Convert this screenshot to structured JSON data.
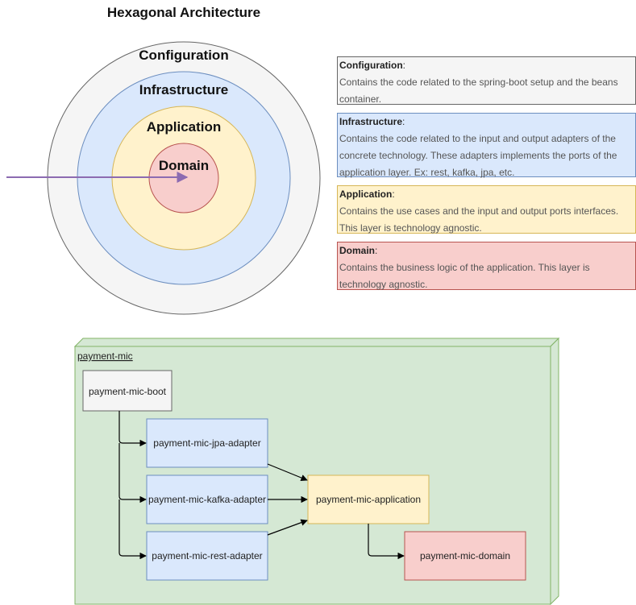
{
  "title": "Hexagonal Architecture",
  "rings": [
    {
      "label": "Configuration",
      "fill": "#f5f5f5",
      "stroke": "#666666"
    },
    {
      "label": "Infrastructure",
      "fill": "#dae8fc",
      "stroke": "#6c8ebf"
    },
    {
      "label": "Application",
      "fill": "#fff2cc",
      "stroke": "#d6b656"
    },
    {
      "label": "Domain",
      "fill": "#f8cecc",
      "stroke": "#b85450"
    }
  ],
  "legend": [
    {
      "name": "Configuration",
      "text": "Contains the code related to the spring-boot setup and the beans container.",
      "fill": "#f5f5f5",
      "stroke": "#666666"
    },
    {
      "name": "Infrastructure",
      "text": "Contains the code related to the input and output adapters of the concrete technology. These adapters implements the ports of the application layer. Ex: rest, kafka, jpa, etc.",
      "fill": "#dae8fc",
      "stroke": "#6c8ebf"
    },
    {
      "name": "Application",
      "text": "Contains the use cases and the input and output ports interfaces. This layer is technology agnostic.",
      "fill": "#fff2cc",
      "stroke": "#d6b656"
    },
    {
      "name": "Domain",
      "text": "Contains the business logic of the application. This layer is technology agnostic.",
      "fill": "#f8cecc",
      "stroke": "#b85450"
    }
  ],
  "arrow_color": "#8c6bb1",
  "node_frame": {
    "label": "payment-mic",
    "fill": "#d5e8d4",
    "stroke": "#82b366"
  },
  "modules": {
    "boot": "payment-mic-boot",
    "jpa": "payment-mic-jpa-adapter",
    "kafka": "payment-mic-kafka-adapter",
    "rest": "payment-mic-rest-adapter",
    "application": "payment-mic-application",
    "domain": "payment-mic-domain"
  }
}
